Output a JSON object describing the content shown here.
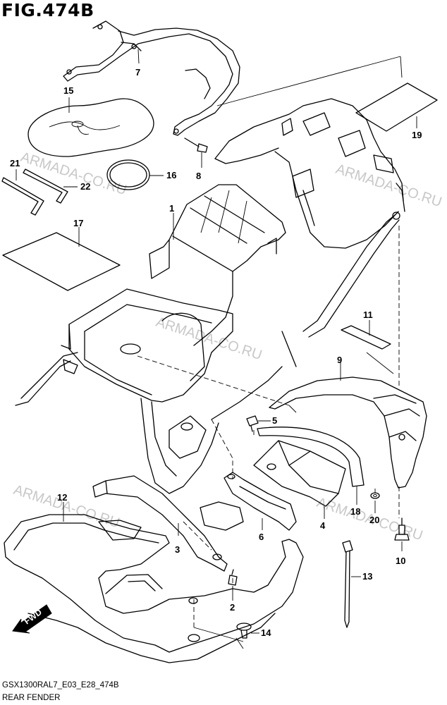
{
  "figure_title": "FIG.474B",
  "footer": {
    "model_code": "GSX1300RAL7_E03_E28_474B",
    "section_name": "REAR FENDER"
  },
  "watermark": "ARMADA-CO.RU",
  "fwd_label": "FWD",
  "callouts": [
    "1",
    "2",
    "3",
    "4",
    "5",
    "6",
    "7",
    "8",
    "9",
    "10",
    "11",
    "12",
    "13",
    "14",
    "15",
    "16",
    "17",
    "18",
    "19",
    "20",
    "21",
    "22"
  ]
}
